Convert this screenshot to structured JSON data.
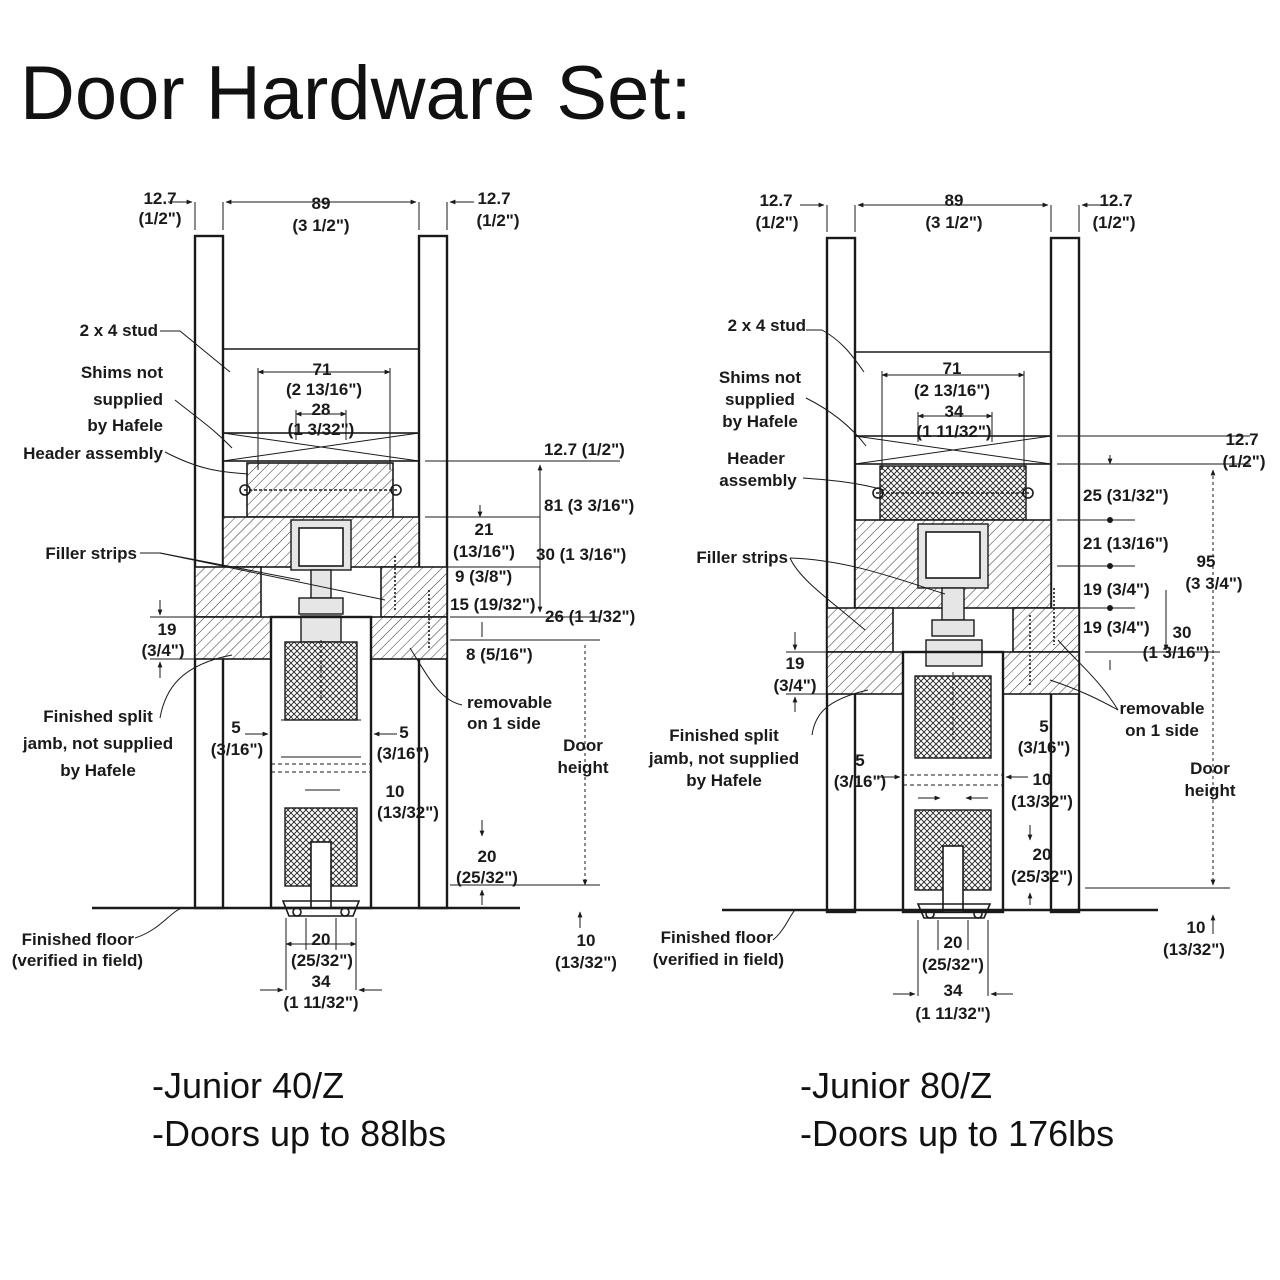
{
  "title": "Door Hardware Set:",
  "left": {
    "labels": {
      "stud_w_left": "12.7",
      "stud_w_left_in": "(1/2\")",
      "width": "89",
      "width_in": "(3 1/2\")",
      "stud_w_right": "12.7",
      "stud_w_right_in": "(1/2\")",
      "stud": "2 x 4 stud",
      "shims_1": "Shims not",
      "shims_2": "supplied",
      "shims_3": "by Hafele",
      "header": "Header assembly",
      "d71": "71",
      "d71_in": "(2 13/16\")",
      "d28": "28",
      "d28_in": "(1 3/32\")",
      "d127": "12.7 (1/2\")",
      "d81": "81 (3 3/16\")",
      "d21": "21",
      "d21_in": "(13/16\")",
      "d30": "30 (1 3/16\")",
      "d9": "9 (3/8\")",
      "d15": "15 (19/32\")",
      "d26": "26 (1 1/32\")",
      "d8": "8 (5/16\")",
      "filler": "Filler strips",
      "d19": "19",
      "d19_in": "(3/4\")",
      "removable_1": "removable",
      "removable_2": "on 1 side",
      "jamb_1": "Finished split",
      "jamb_2": "jamb, not supplied",
      "jamb_3": "by Hafele",
      "d5a": "5",
      "d5a_in": "(3/16\")",
      "d5b": "5",
      "d5b_in": "(3/16\")",
      "door_1": "Door",
      "door_2": "height",
      "d10a": "10",
      "d10a_in": "(13/32\")",
      "d20a": "20",
      "d20a_in": "(25/32\")",
      "floor_1": "Finished floor",
      "floor_2": "(verified in field)",
      "d20b": "20",
      "d20b_in": "(25/32\")",
      "d34": "34",
      "d34_in": "(1 11/32\")",
      "d10b": "10",
      "d10b_in": "(13/32\")"
    },
    "caption_1": "-Junior 40/Z",
    "caption_2": "-Doors up to 88lbs"
  },
  "right": {
    "labels": {
      "stud_w_left": "12.7",
      "stud_w_left_in": "(1/2\")",
      "width": "89",
      "width_in": "(3 1/2\")",
      "stud_w_right": "12.7",
      "stud_w_right_in": "(1/2\")",
      "stud": "2 x 4 stud",
      "shims_1": "Shims not",
      "shims_2": "supplied",
      "shims_3": "by Hafele",
      "header_1": "Header",
      "header_2": "assembly",
      "d71": "71",
      "d71_in": "(2 13/16\")",
      "d34t": "34",
      "d34t_in": "(1 11/32\")",
      "d127": "12.7",
      "d127_in": "(1/2\")",
      "d25": "25 (31/32\")",
      "d95": "95",
      "d95_in": "(3 3/4\")",
      "d21": "21 (13/16\")",
      "filler": "Filler strips",
      "d19a": "19 (3/4\")",
      "d19b": "19 (3/4\")",
      "d30": "30",
      "d30_in": "(1 3/16\")",
      "d19": "19",
      "d19_in": "(3/4\")",
      "removable_1": "removable",
      "removable_2": "on 1 side",
      "jamb_1": "Finished split",
      "jamb_2": "jamb, not supplied",
      "jamb_3": "by Hafele",
      "d5a": "5",
      "d5a_in": "(3/16\")",
      "d5b": "5",
      "d5b_in": "(3/16\")",
      "door_1": "Door",
      "door_2": "height",
      "d10a": "10",
      "d10a_in": "(13/32\")",
      "d20a": "20",
      "d20a_in": "(25/32\")",
      "floor_1": "Finished floor",
      "floor_2": "(verified in field)",
      "d20b": "20",
      "d20b_in": "(25/32\")",
      "d34": "34",
      "d34_in": "(1 11/32\")",
      "d10b": "10",
      "d10b_in": "(13/32\")"
    },
    "caption_1": "-Junior 80/Z",
    "caption_2": "-Doors up to 176lbs"
  }
}
